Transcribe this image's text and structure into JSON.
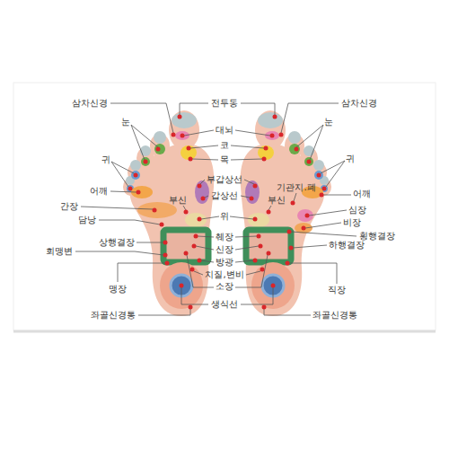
{
  "diagram": {
    "labels": [
      "삼차신경",
      "전두동",
      "삼차신경",
      "눈",
      "눈",
      "대뇌",
      "코",
      "귀",
      "귀",
      "목",
      "부갑상선",
      "기관지.폐",
      "어깨",
      "어깨",
      "갑상선",
      "부신",
      "부신",
      "간장",
      "심장",
      "위",
      "담낭",
      "비장",
      "횡행결장",
      "췌장",
      "상행결장",
      "하행결장",
      "신장",
      "회맹변",
      "방광",
      "치질,변비",
      "소장",
      "맹장",
      "직장",
      "생식선",
      "좌골신경통",
      "좌골신경통"
    ]
  }
}
